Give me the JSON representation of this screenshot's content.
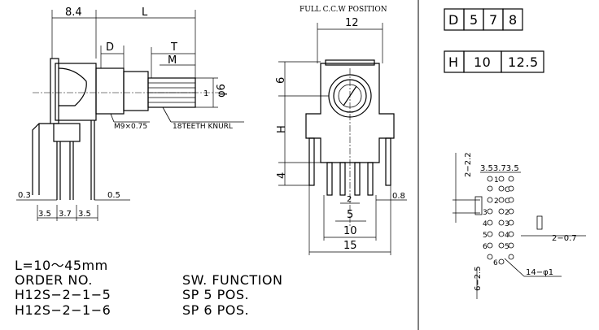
{
  "side_view": {
    "dim_8_4": "8.4",
    "dim_L": "L",
    "dim_D": "D",
    "dim_T": "T",
    "dim_M": "M",
    "dim_6": "φ6",
    "dim_1": "1",
    "thread_label": "M9×0.75",
    "knurl_label": "18TEETH KNURL",
    "dim_0_3": "0.3",
    "dim_0_5": "0.5",
    "pitch_3_5a": "3.5",
    "pitch_3_7": "3.7",
    "pitch_3_5b": "3.5"
  },
  "front_view": {
    "title": "FULL  C.C.W POSITION",
    "dim_12": "12",
    "dim_6": "6",
    "dim_H": "H",
    "dim_4": "4",
    "dim_2": "2",
    "dim_0_8": "0.8",
    "dim_5": "5",
    "dim_10": "10",
    "dim_15": "15"
  },
  "spec_tables": {
    "d_row": [
      "D",
      "5",
      "7",
      "8"
    ],
    "h_row": [
      "H",
      "10",
      "12.5"
    ]
  },
  "footprint": {
    "dim_2_2_2": "2−2.2",
    "pitch_label": "3.53.73.5",
    "dim_2_0_7": "2−0.7",
    "dim_6_2_5": "6−2.5",
    "dim_14_1": "14−φ1",
    "pin_labels": [
      "1",
      "C",
      "2",
      "C",
      "3",
      "2",
      "4",
      "3",
      "5",
      "4",
      "6",
      "5",
      "6"
    ]
  },
  "notes": {
    "l_range": "L=10～45mm",
    "order_header": "ORDER NO.",
    "order_1": "H12S−2−1−5",
    "order_2": "H12S−2−1−6",
    "sw_header": "SW. FUNCTION",
    "sw_1": "SP 5 POS.",
    "sw_2": "SP 6 POS."
  }
}
